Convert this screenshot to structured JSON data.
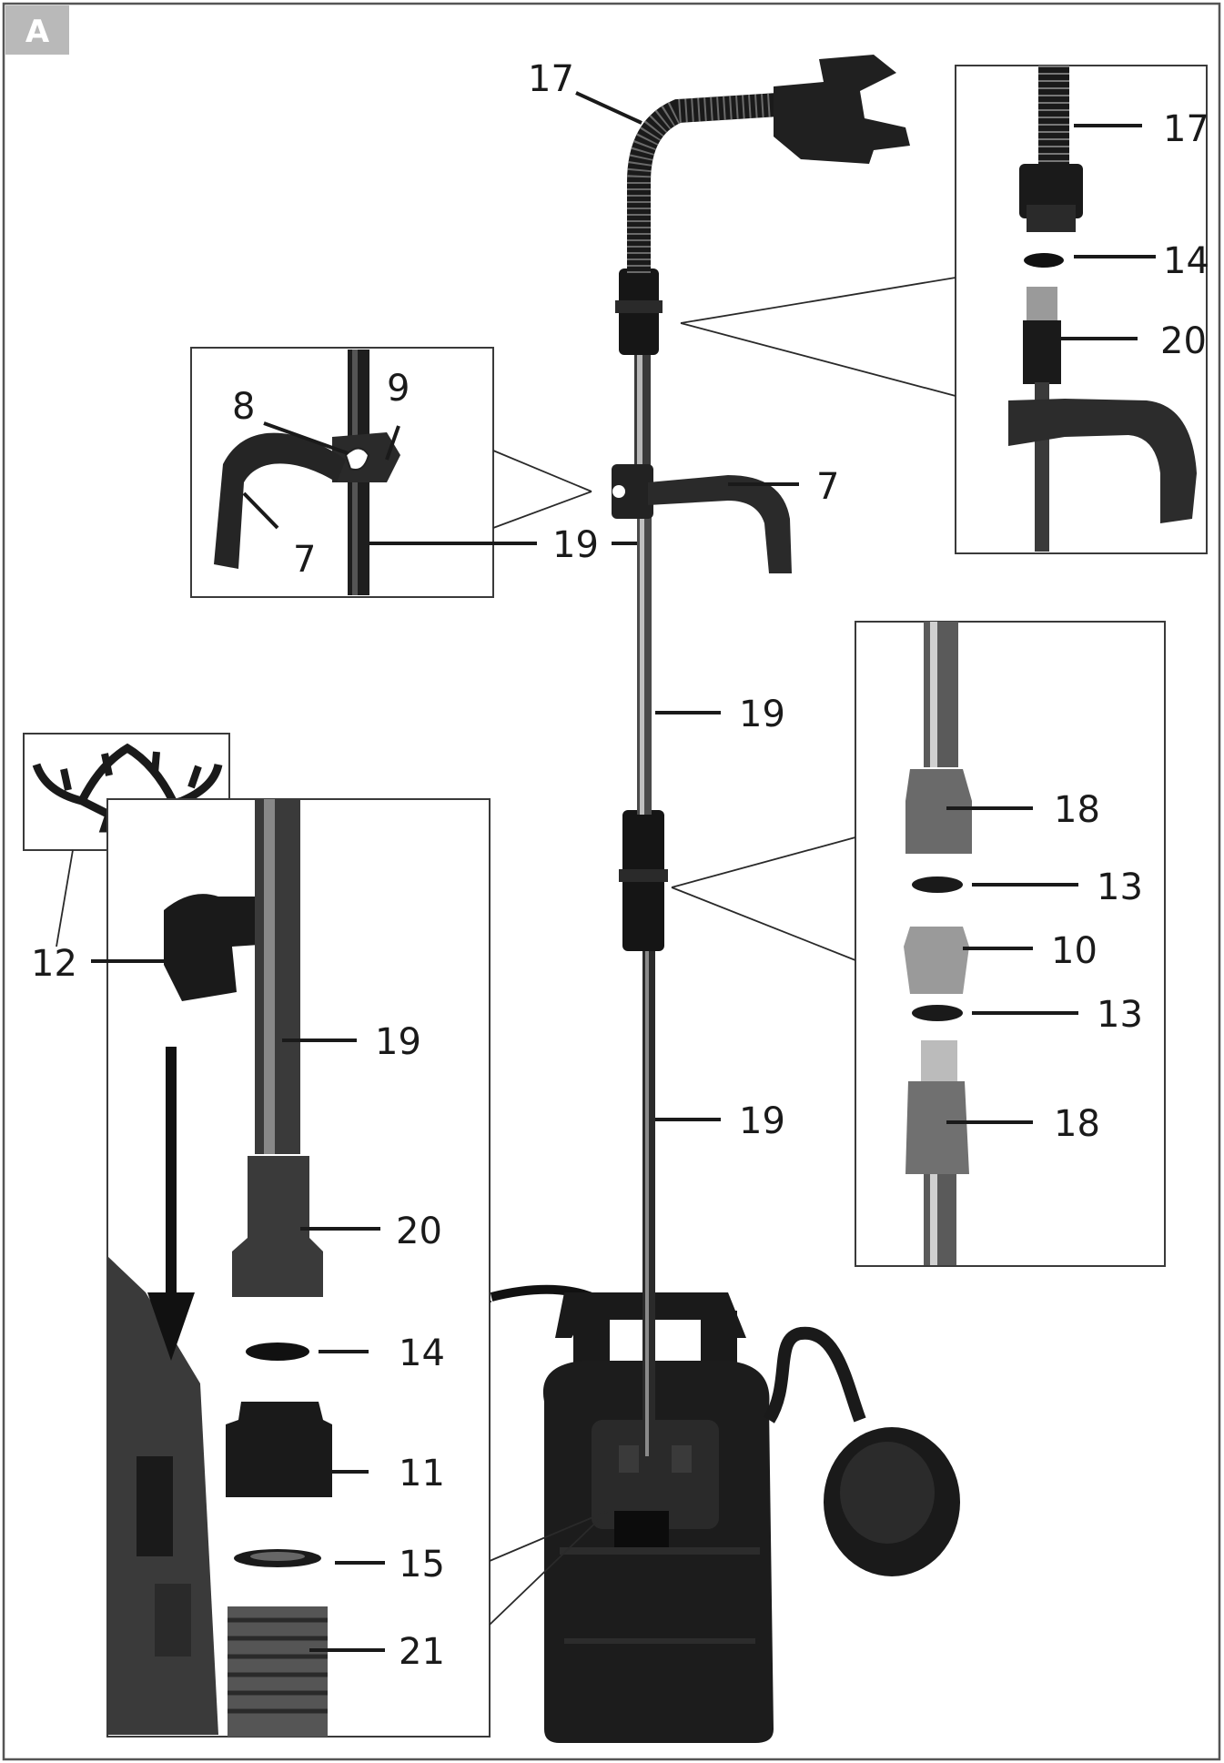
{
  "figure": {
    "badge": "A",
    "labels": {
      "hose_top": "17",
      "inset_hose": "17",
      "inset_seal_14": "14",
      "inset_adapter_20": "20",
      "hook_main": "7",
      "clip_8": "8",
      "clip_9": "9",
      "clip_hook_7": "7",
      "pipe_19_clip": "19",
      "pipe_19_upper": "19",
      "pipe_19_lower": "19",
      "right_18_top": "18",
      "right_13_top": "13",
      "right_10": "10",
      "right_13_bottom": "13",
      "right_18_bottom": "18",
      "left_12": "12",
      "left_19": "19",
      "left_20": "20",
      "left_14": "14",
      "left_11": "11",
      "left_15": "15",
      "left_21": "21"
    }
  }
}
